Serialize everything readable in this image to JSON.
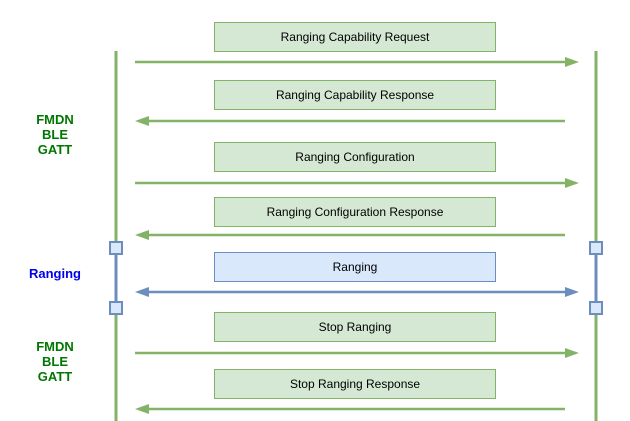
{
  "colors": {
    "background": "#ffffff",
    "green_fill": "#d5e8d4",
    "green_stroke": "#82b366",
    "blue_fill": "#dae8fc",
    "blue_stroke": "#6c8ebf",
    "label_green": "#007700",
    "label_blue": "#0000ee",
    "box_text": "#000000"
  },
  "side_labels": [
    {
      "id": "fmdn-ble-gatt-top",
      "theme": "green",
      "lines": [
        "FMDN",
        "BLE",
        "GATT"
      ]
    },
    {
      "id": "ranging",
      "theme": "blue",
      "lines": [
        "Ranging"
      ]
    },
    {
      "id": "fmdn-ble-gatt-bottom",
      "theme": "green",
      "lines": [
        "FMDN",
        "BLE",
        "GATT"
      ]
    }
  ],
  "lifelines": [
    {
      "id": "seeker-lifeline",
      "side": "left"
    },
    {
      "id": "provider-lifeline",
      "side": "right"
    }
  ],
  "messages": [
    {
      "label": "Ranging Capability Request",
      "direction": "right",
      "theme": "green"
    },
    {
      "label": "Ranging Capability Response",
      "direction": "left",
      "theme": "green"
    },
    {
      "label": "Ranging Configuration",
      "direction": "right",
      "theme": "green"
    },
    {
      "label": "Ranging Configuration Response",
      "direction": "left",
      "theme": "green"
    },
    {
      "label": "Ranging",
      "direction": "both",
      "theme": "blue"
    },
    {
      "label": "Stop Ranging",
      "direction": "right",
      "theme": "green"
    },
    {
      "label": "Stop Ranging Response",
      "direction": "left",
      "theme": "green"
    }
  ]
}
